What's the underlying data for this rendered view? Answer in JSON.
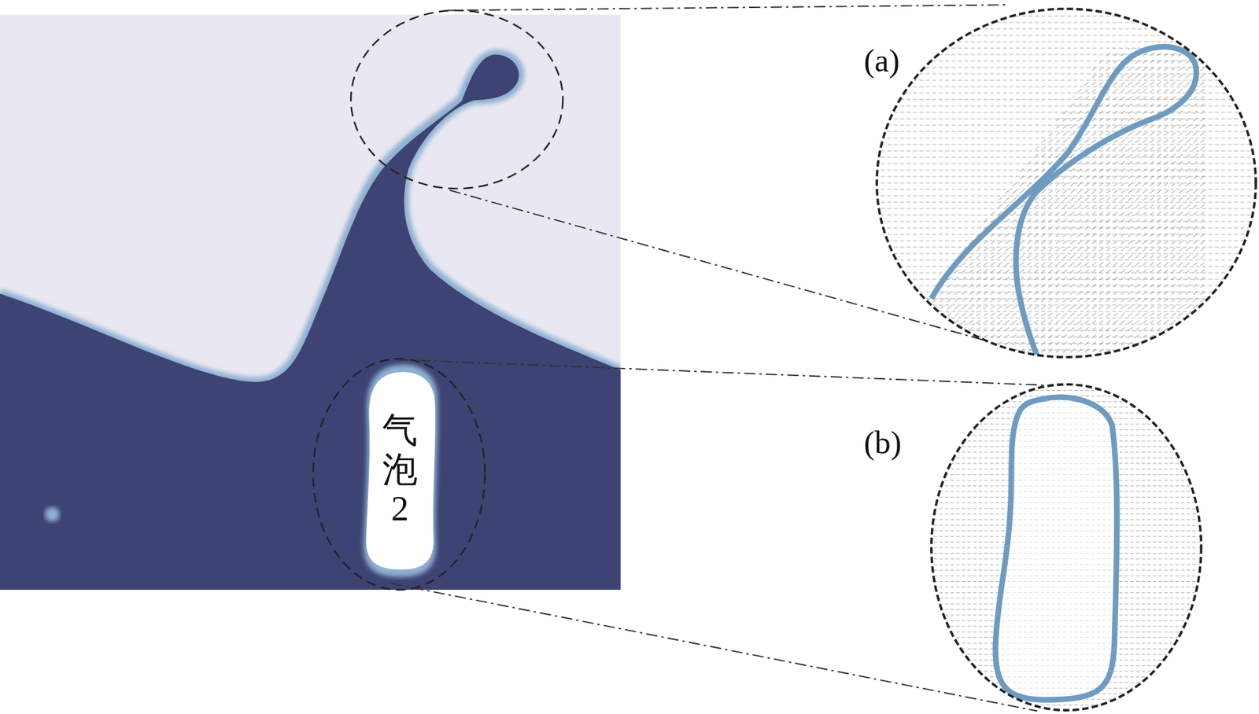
{
  "diagram": {
    "nodes": [
      {
        "text": [
          "气泡2"
        ]
      }
    ],
    "labels": [
      "(a)",
      "(b)"
    ]
  }
}
